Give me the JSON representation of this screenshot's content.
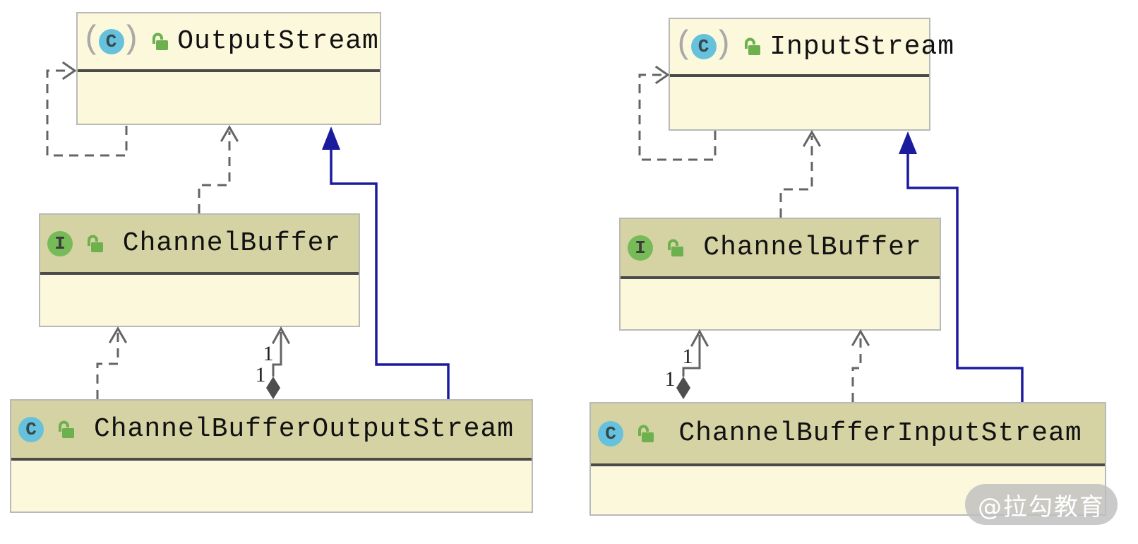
{
  "left": {
    "superclass": {
      "name": "OutputStream",
      "icon_letter": "C",
      "paren_open": "(",
      "paren_close": ")"
    },
    "interface": {
      "name": "ChannelBuffer",
      "icon_letter": "I"
    },
    "subclass": {
      "name": "ChannelBufferOutputStream",
      "icon_letter": "C"
    },
    "aggregation": {
      "upper_label": "1",
      "lower_label": "1"
    }
  },
  "right": {
    "superclass": {
      "name": "InputStream",
      "icon_letter": "C",
      "paren_open": "(",
      "paren_close": ")"
    },
    "interface": {
      "name": "ChannelBuffer",
      "icon_letter": "I"
    },
    "subclass": {
      "name": "ChannelBufferInputStream",
      "icon_letter": "C"
    },
    "aggregation": {
      "upper_label": "1",
      "lower_label": "1"
    }
  },
  "watermark": {
    "text": "@拉勾教育"
  },
  "colors": {
    "node_body": "#fbf8dc",
    "node_header_highlight": "#d5d2a3",
    "node_border": "#b9b9b9",
    "separator": "#4a4a4a",
    "inheritance_blue": "#1b1b9e",
    "edge_gray": "#646464",
    "class_icon": "#66c2dc",
    "interface_icon": "#76bb57",
    "lock_green": "#6cb14e"
  }
}
